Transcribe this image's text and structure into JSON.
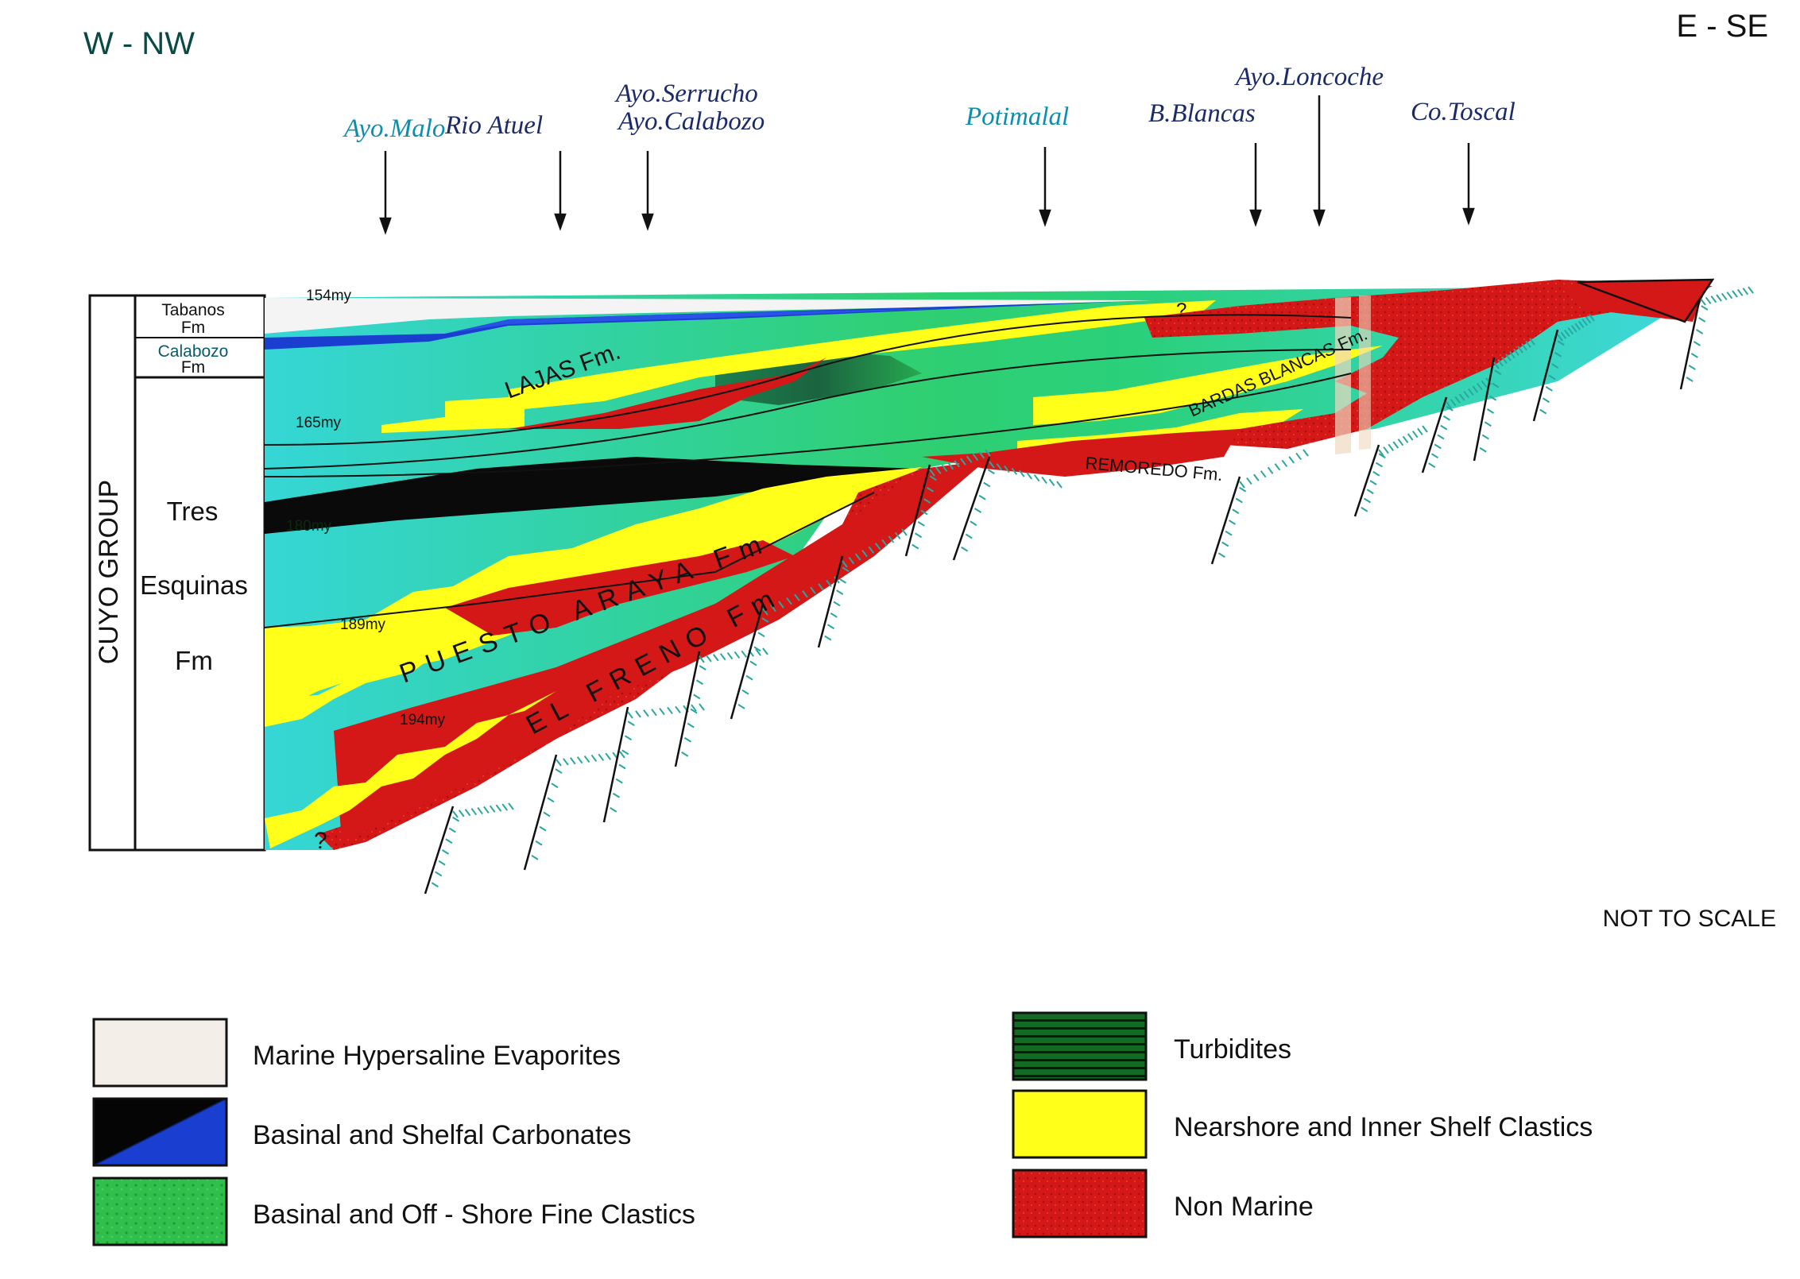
{
  "orientation": {
    "left": "W - NW",
    "right": "E - SE"
  },
  "scale_note": "NOT TO SCALE",
  "localities": [
    {
      "name": "Ayo.Malo",
      "color": "#0a8fb0"
    },
    {
      "name": "Rio Atuel",
      "color": "#1a2a6a"
    },
    {
      "name": "Ayo.Serrucho",
      "color": "#1a2a6a"
    },
    {
      "name": "Ayo.Calabozo",
      "color": "#1a2a6a"
    },
    {
      "name": "Potimalal",
      "color": "#0a8fb0"
    },
    {
      "name": "B.Blancas",
      "color": "#1a2a6a"
    },
    {
      "name": "Ayo.Loncoche",
      "color": "#1a2a6a"
    },
    {
      "name": "Co.Toscal",
      "color": "#1a2a6a"
    }
  ],
  "column": {
    "group": "CUYO GROUP",
    "tabanos": [
      "Tabanos",
      "Fm"
    ],
    "calabozo": [
      "Calabozo",
      "Fm"
    ],
    "tres_esquinas": [
      "Tres",
      "Esquinas",
      "Fm"
    ]
  },
  "ages": [
    "154my",
    "165my",
    "180my",
    "189my",
    "194my"
  ],
  "formations": {
    "lajas": "LAJAS Fm.",
    "bardas_blancas": "BARDAS BLANCAS Fm.",
    "remoredo": "REMOREDO Fm.",
    "puesto_araya": "PUESTO ARAYA Fm",
    "el_freno": "EL FRENO Fm",
    "unknown": "?"
  },
  "legend": [
    {
      "label": "Marine Hypersaline Evaporites",
      "swatch": "evaporites",
      "color": "#f4eee8"
    },
    {
      "label": "Basinal and Shelfal Carbonates",
      "swatch": "carbonates",
      "color": "#1a3fd0"
    },
    {
      "label": "Basinal and Off - Shore Fine Clastics",
      "swatch": "fine-clastics",
      "color": "#2fbf4a"
    },
    {
      "label": "Turbidites",
      "swatch": "turbidites",
      "color": "#1b7a2a"
    },
    {
      "label": "Nearshore and Inner Shelf Clastics",
      "swatch": "nearshore",
      "color": "#ffff1a"
    },
    {
      "label": "Non Marine",
      "swatch": "non-marine",
      "color": "#d41717"
    }
  ],
  "colors": {
    "cyan_shelf": "#33d9d2",
    "green_shelf": "#2fcf6a",
    "yellow": "#ffff1a",
    "red": "#d41717",
    "black": "#0a0a0a",
    "blue": "#1a3fd0",
    "basement_hatch": "#2aa6a0"
  }
}
